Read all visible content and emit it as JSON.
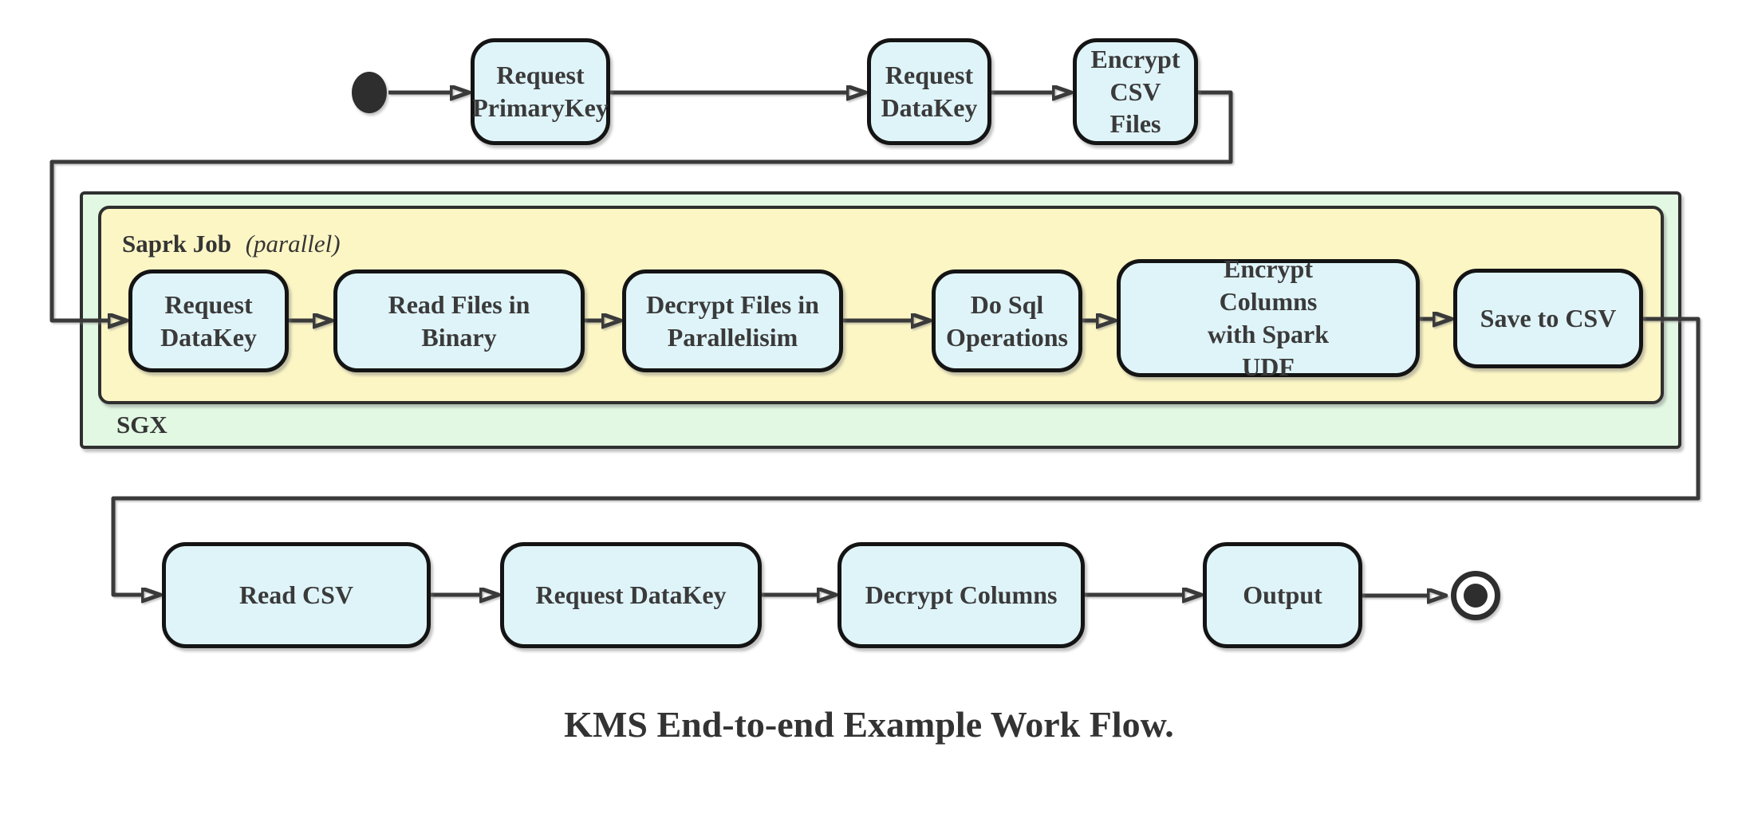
{
  "caption": "KMS End-to-end Example Work Flow.",
  "containers": {
    "sgx": {
      "label": "SGX"
    },
    "spark_job": {
      "label": "Saprk Job",
      "qualifier": "(parallel)"
    }
  },
  "nodes": {
    "top": [
      {
        "label": "Request PrimaryKey"
      },
      {
        "label": "Request DataKey"
      },
      {
        "label": "Encrypt CSV Files"
      }
    ],
    "spark": [
      {
        "label": "Request DataKey"
      },
      {
        "label": "Read Files in Binary"
      },
      {
        "label": "Decrypt Files in Parallelisim"
      },
      {
        "label": "Do Sql Operations"
      },
      {
        "label": "Encrypt Columns with Spark UDF"
      },
      {
        "label": "Save to CSV"
      }
    ],
    "bottom": [
      {
        "label": "Read CSV"
      },
      {
        "label": "Request DataKey"
      },
      {
        "label": "Decrypt Columns"
      },
      {
        "label": "Output"
      }
    ]
  },
  "markers": {
    "start": "initial-state",
    "end": "final-state"
  },
  "colors": {
    "node_fill": "#dff4f9",
    "node_border": "#141414",
    "sgx_fill": "#e2f8e3",
    "spark_fill": "#fcf6c5",
    "container_border": "#2f2f2f",
    "edge": "#3a3a3a",
    "text": "#3a3a3a"
  }
}
